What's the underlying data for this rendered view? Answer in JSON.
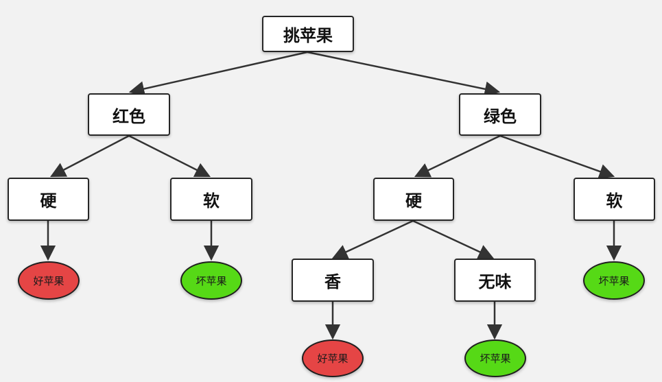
{
  "diagram": {
    "root": {
      "label": "挑苹果"
    },
    "color_red": {
      "label": "红色"
    },
    "color_green": {
      "label": "绿色"
    },
    "red_hard": {
      "label": "硬"
    },
    "red_soft": {
      "label": "软"
    },
    "green_hard": {
      "label": "硬"
    },
    "green_soft": {
      "label": "软"
    },
    "fragrant": {
      "label": "香"
    },
    "tasteless": {
      "label": "无味"
    },
    "leaf_red_hard": {
      "label": "好苹果",
      "result": "good"
    },
    "leaf_red_soft": {
      "label": "坏苹果",
      "result": "bad"
    },
    "leaf_fragrant": {
      "label": "好苹果",
      "result": "good"
    },
    "leaf_tasteless": {
      "label": "坏苹果",
      "result": "bad"
    },
    "leaf_green_soft": {
      "label": "坏苹果",
      "result": "bad"
    }
  },
  "colors": {
    "good": "#e54545",
    "bad": "#56d916",
    "edge": "#333333"
  }
}
